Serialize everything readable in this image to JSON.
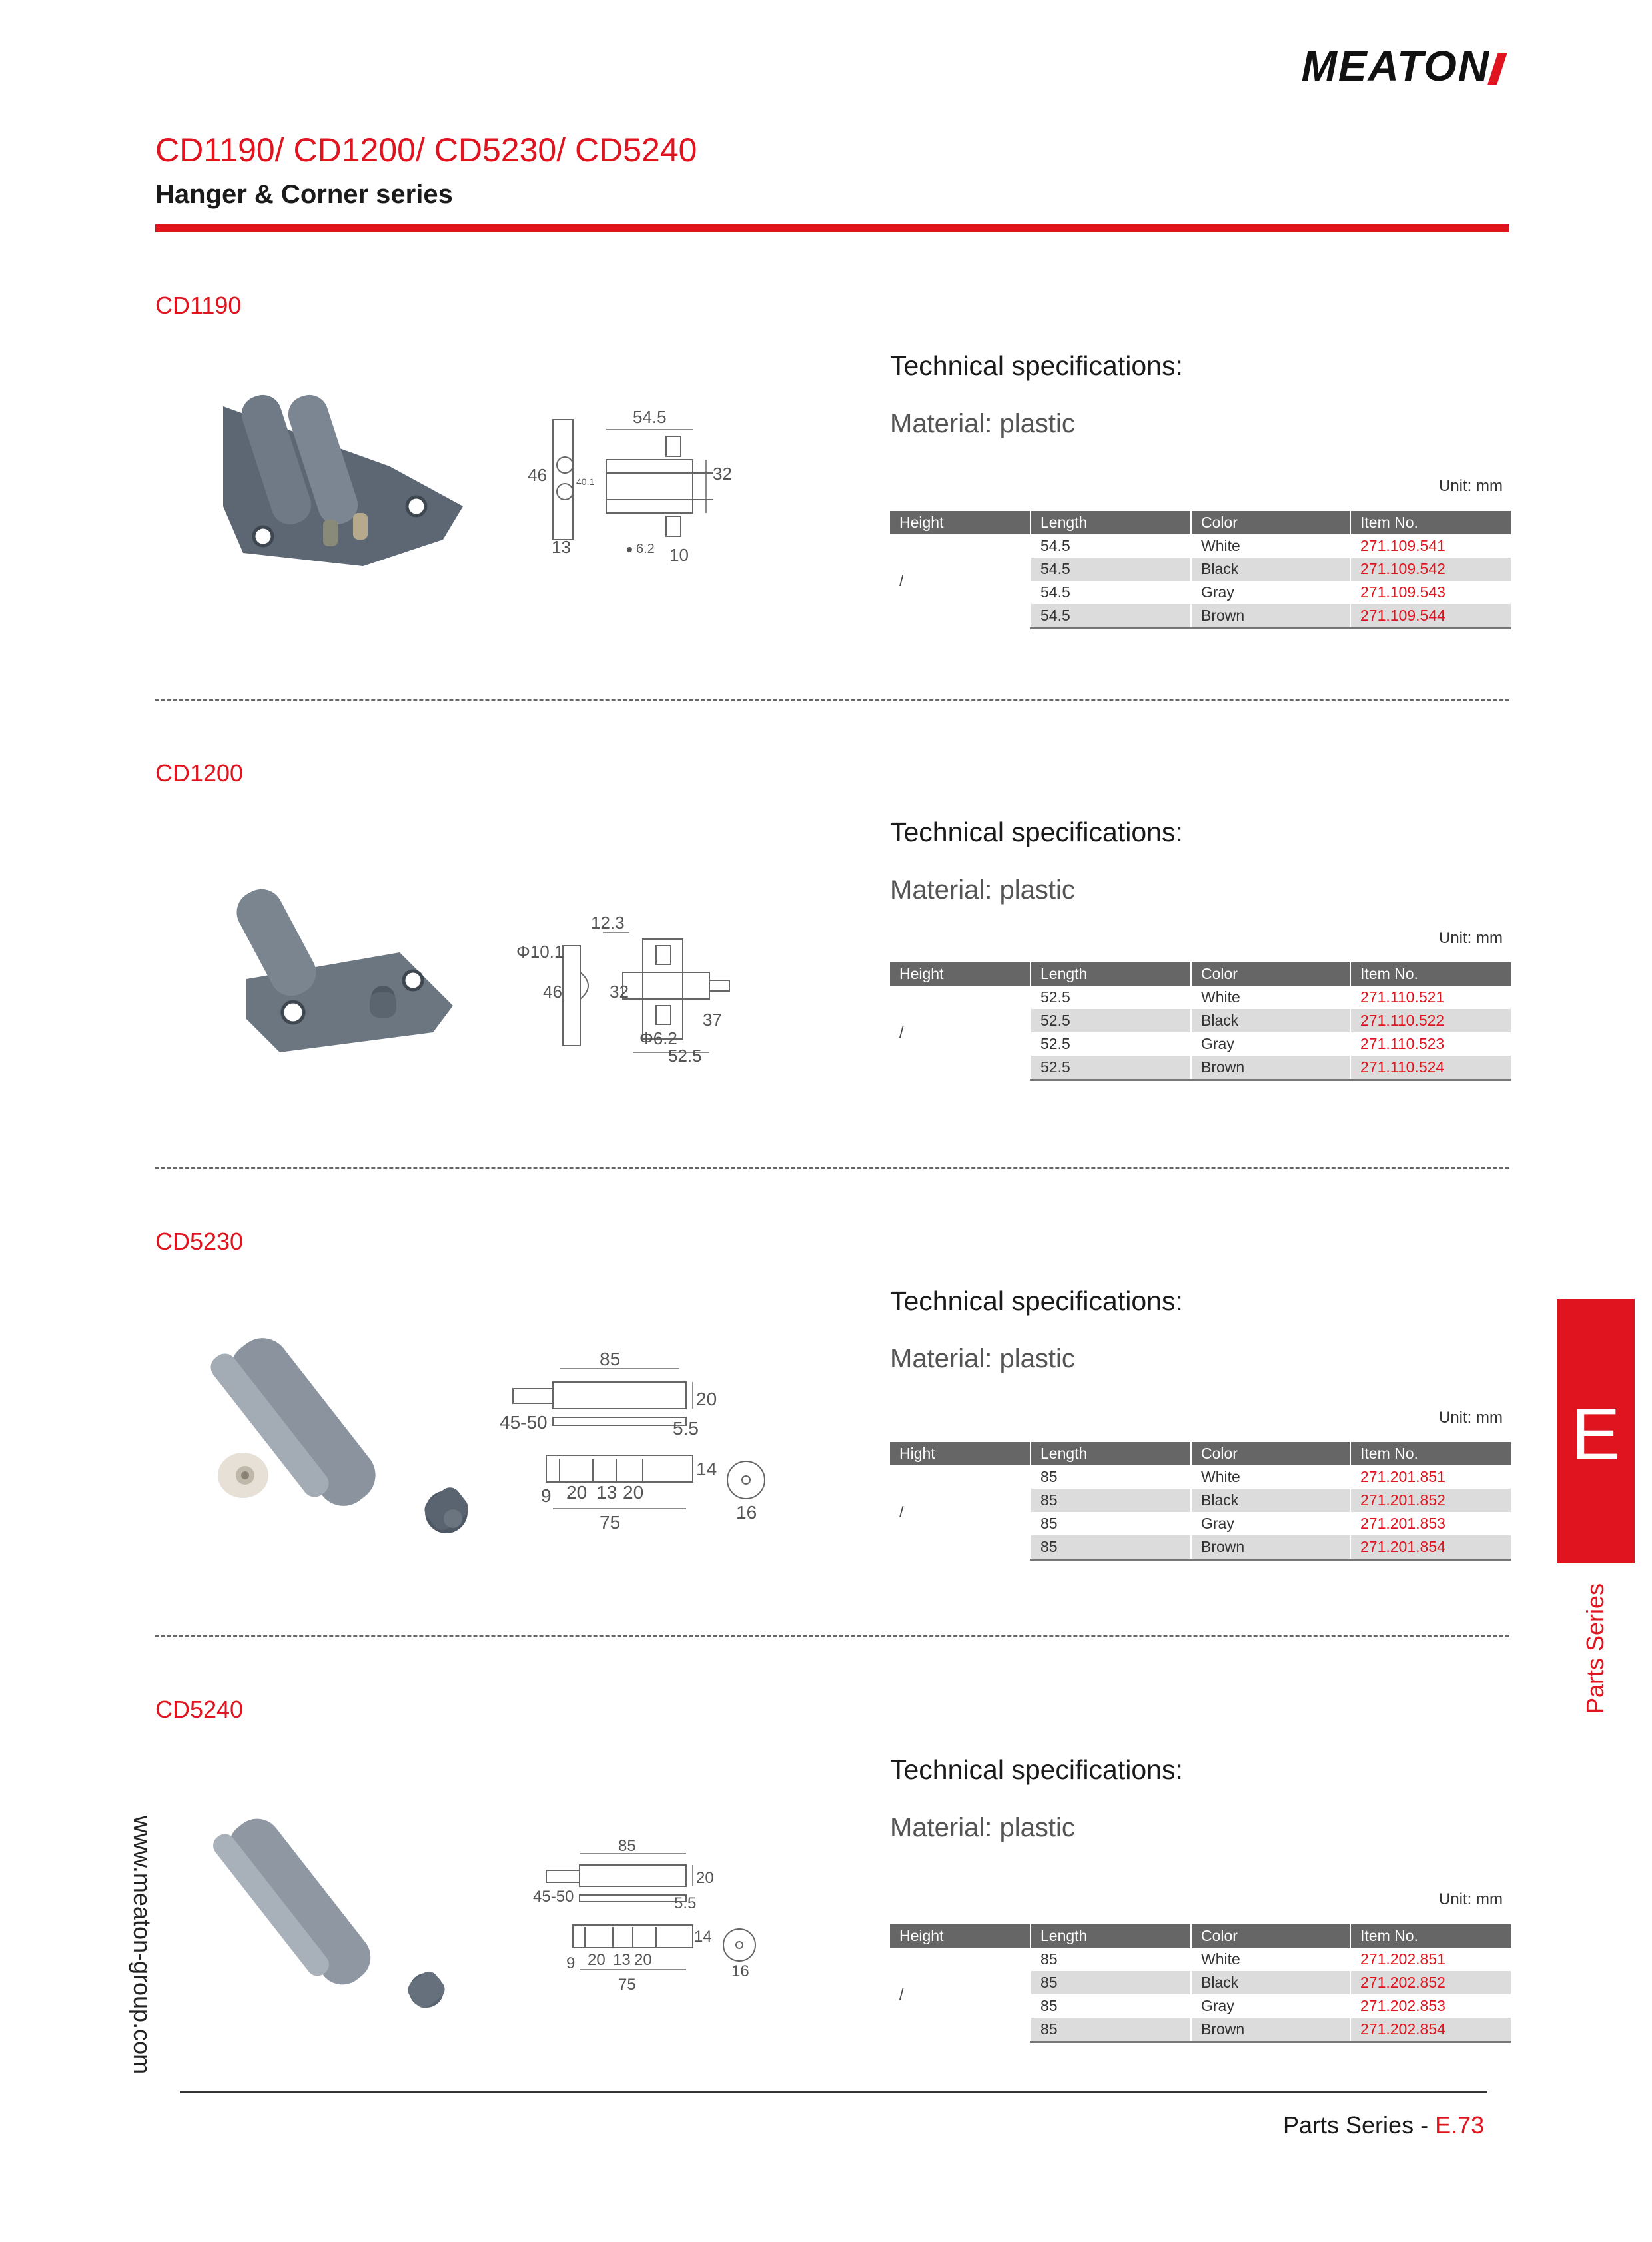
{
  "brand": "MEATON",
  "page_title": "CD1190/ CD1200/ CD5230/ CD5240",
  "page_subtitle": "Hanger & Corner series",
  "side_tab": {
    "letter": "E",
    "label": "Parts Series"
  },
  "website": "www.meaton-group.com",
  "footer": {
    "prefix": "Parts Series - ",
    "letter": "E.",
    "number": "73"
  },
  "accent_color": "#e0141e",
  "sections": [
    {
      "code": "CD1190",
      "spec_title": "Technical specifications:",
      "material": "Material: plastic",
      "unit": "Unit: mm",
      "headers": [
        "Height",
        "Length",
        "Color",
        "Item No."
      ],
      "height": "/",
      "rows": [
        {
          "length": "54.5",
          "color": "White",
          "item": "271.109.541"
        },
        {
          "length": "54.5",
          "color": "Black",
          "item": "271.109.542"
        },
        {
          "length": "54.5",
          "color": "Gray",
          "item": "271.109.543"
        },
        {
          "length": "54.5",
          "color": "Brown",
          "item": "271.109.544"
        }
      ],
      "dims": [
        "54.5",
        "46",
        "32",
        "40.1",
        "13",
        "6.2",
        "10"
      ]
    },
    {
      "code": "CD1200",
      "spec_title": "Technical specifications:",
      "material": "Material: plastic",
      "unit": "Unit: mm",
      "headers": [
        "Height",
        "Length",
        "Color",
        "Item No."
      ],
      "height": "/",
      "rows": [
        {
          "length": "52.5",
          "color": "White",
          "item": "271.110.521"
        },
        {
          "length": "52.5",
          "color": "Black",
          "item": "271.110.522"
        },
        {
          "length": "52.5",
          "color": "Gray",
          "item": "271.110.523"
        },
        {
          "length": "52.5",
          "color": "Brown",
          "item": "271.110.524"
        }
      ],
      "dims": [
        "12.3",
        "Φ10.1",
        "46",
        "32",
        "37",
        "Φ6.2",
        "52.5"
      ]
    },
    {
      "code": "CD5230",
      "spec_title": "Technical specifications:",
      "material": "Material: plastic",
      "unit": "Unit: mm",
      "headers": [
        "Hight",
        "Length",
        "Color",
        "Item No."
      ],
      "height": "/",
      "rows": [
        {
          "length": "85",
          "color": "White",
          "item": "271.201.851"
        },
        {
          "length": "85",
          "color": "Black",
          "item": "271.201.852"
        },
        {
          "length": "85",
          "color": "Gray",
          "item": "271.201.853"
        },
        {
          "length": "85",
          "color": "Brown",
          "item": "271.201.854"
        }
      ],
      "dims": [
        "85",
        "20",
        "45-50",
        "5.5",
        "14",
        "9",
        "20",
        "13",
        "20",
        "75",
        "16"
      ]
    },
    {
      "code": "CD5240",
      "spec_title": "Technical specifications:",
      "material": "Material: plastic",
      "unit": "Unit: mm",
      "headers": [
        "Height",
        "Length",
        "Color",
        "Item No."
      ],
      "height": "/",
      "rows": [
        {
          "length": "85",
          "color": "White",
          "item": "271.202.851"
        },
        {
          "length": "85",
          "color": "Black",
          "item": "271.202.852"
        },
        {
          "length": "85",
          "color": "Gray",
          "item": "271.202.853"
        },
        {
          "length": "85",
          "color": "Brown",
          "item": "271.202.854"
        }
      ],
      "dims": [
        "85",
        "20",
        "45-50",
        "5.5",
        "14",
        "9",
        "20",
        "13",
        "20",
        "75",
        "16"
      ]
    }
  ]
}
